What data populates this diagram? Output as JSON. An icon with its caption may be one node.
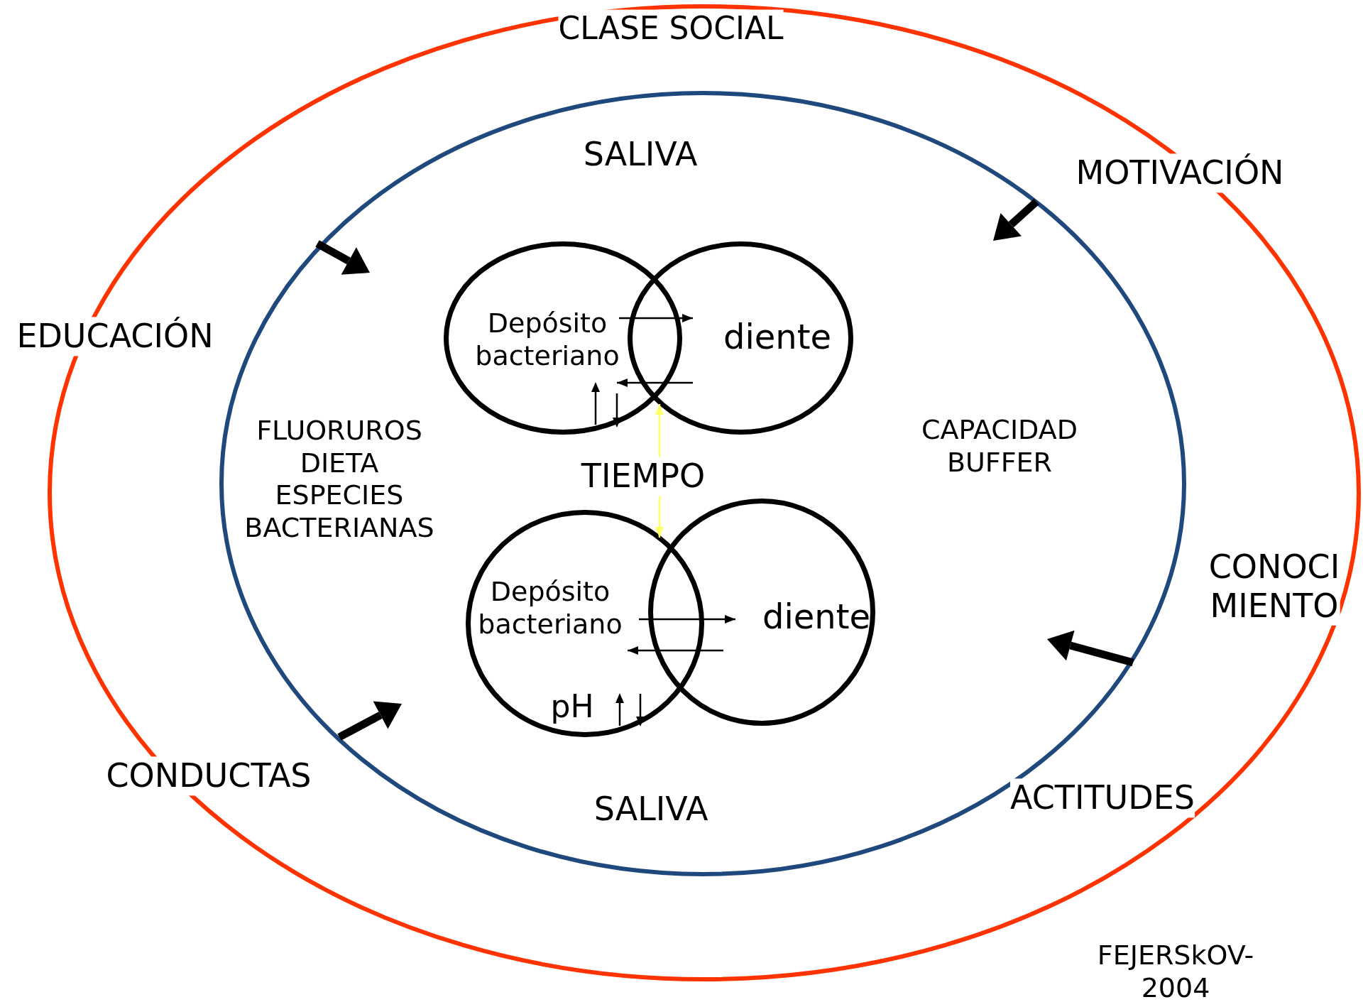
{
  "diagram": {
    "nodes": [
      {
        "text": [
          "CLASE SOCIAL"
        ]
      },
      {
        "text": [
          "SALIVA",
          "FLUORUROS DIETA ESPECIES BACTERIANAS",
          "TIEMPO",
          "CAPACIDAD BUFFER",
          "SALIVA"
        ],
        "in": 0
      },
      {
        "text": [
          "Depósito bacteriano"
        ],
        "in": 1
      },
      {
        "text": [
          "diente"
        ],
        "in": 1
      },
      {
        "text": [
          "Depósito bacteriano",
          "pH"
        ],
        "in": 1
      },
      {
        "text": [
          "diente"
        ],
        "in": 1
      }
    ],
    "edges": [
      {
        "from": 2,
        "to": 3,
        "arrow": "to"
      },
      {
        "from": 3,
        "to": 2,
        "arrow": "to"
      },
      {
        "from": 2,
        "to": 4,
        "arrow": "both",
        "color": "#ffff66"
      },
      {
        "from": 4,
        "to": 5,
        "arrow": "to"
      },
      {
        "from": 5,
        "to": 4,
        "arrow": "to"
      }
    ],
    "labels": [
      "MOTIVACIÓN",
      "EDUCACIÓN",
      "CONOCI MIENTO",
      "CONDUCTAS",
      "ACTITUDES",
      "FEJERSkOV- 2004"
    ]
  }
}
